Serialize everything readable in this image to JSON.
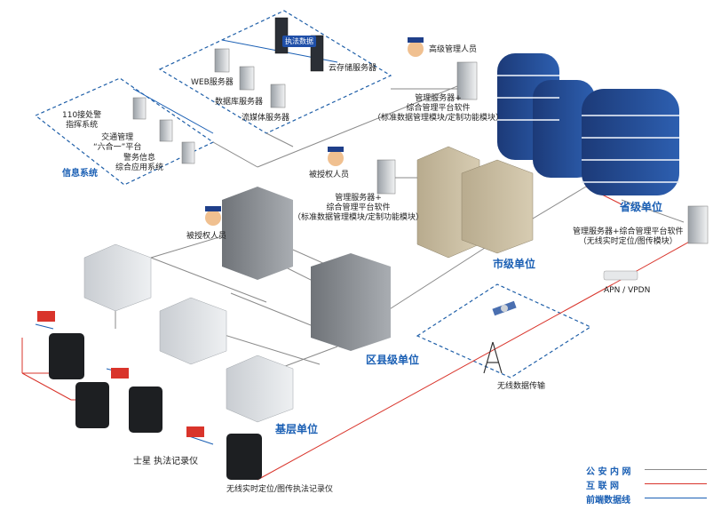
{
  "info_system": {
    "title": "信息系统",
    "items": {
      "police110": "110接处警\n指挥系统",
      "traffic": "交通管理\n“六合一”平台",
      "police_info": "警务信息\n综合应用系统"
    }
  },
  "servers": {
    "web": "WEB服务器",
    "db": "数据库服务器",
    "stream": "流媒体服务器",
    "cloud": "云存储服务器",
    "enforcement_data": "执法数据"
  },
  "province": {
    "title": "省级单位",
    "admin": "高级管理人员",
    "server_label": "管理服务器+\n综合管理平台软件\n（标准数据管理模块/定制功能模块）",
    "wireless_server_label": "管理服务器+综合管理平台软件\n（无线实时定位/图传模块）"
  },
  "city": {
    "title": "市级单位",
    "user": "被授权人员",
    "server_label": "管理服务器+\n综合管理平台软件\n（标准数据管理模块/定制功能模块）"
  },
  "district": {
    "title": "区县级单位",
    "user": "被授权人员"
  },
  "base": {
    "title": "基层单位"
  },
  "network": {
    "apn": "APN / VPDN",
    "wireless": "无线数据传输"
  },
  "devices": {
    "recorder": "士星 执法记录仪",
    "wireless_recorder": "无线实时定位/图传执法记录仪"
  },
  "legend": [
    {
      "label": "公 安 内 网",
      "color": "#8a8a8a"
    },
    {
      "label": "互    联    网",
      "color": "#d9342b"
    },
    {
      "label": "前端数据线",
      "color": "#1a5fb4"
    }
  ],
  "colors": {
    "intranet": "#8a8a8a",
    "internet": "#d9342b",
    "dataline": "#1a5fb4",
    "dashed": "#1f5fa8",
    "accent": "#1a5fb4"
  }
}
